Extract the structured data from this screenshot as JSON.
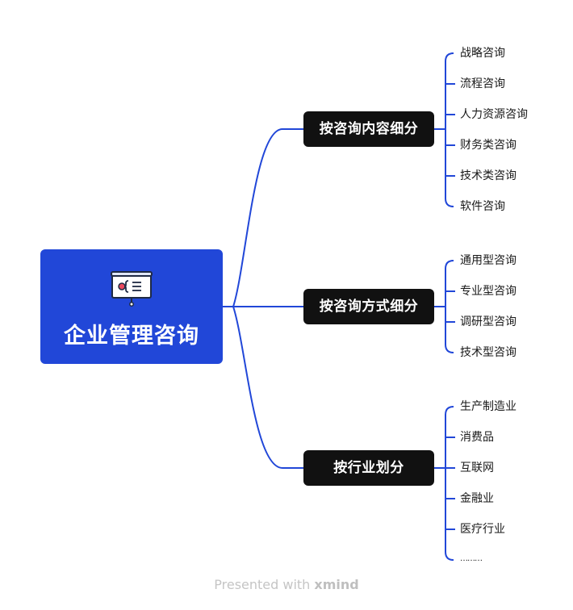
{
  "root": {
    "title": "企业管理咨询",
    "icon": "presentation-board-icon"
  },
  "branches": [
    {
      "label": "按咨询内容细分",
      "children": [
        "战略咨询",
        "流程咨询",
        "人力资源咨询",
        "财务类咨询",
        "技术类咨询",
        "软件咨询"
      ]
    },
    {
      "label": "按咨询方式细分",
      "children": [
        "通用型咨询",
        "专业型咨询",
        "调研型咨询",
        "技术型咨询"
      ]
    },
    {
      "label": "按行业划分",
      "children": [
        "生产制造业",
        "消费品",
        "互联网",
        "金融业",
        "医疗行业",
        "………"
      ]
    }
  ],
  "colors": {
    "root_fill": "#2147d8",
    "branch_fill": "#111111",
    "connector": "#2147d8"
  },
  "footer": {
    "prefix": "Presented with",
    "brand": "xmind"
  }
}
